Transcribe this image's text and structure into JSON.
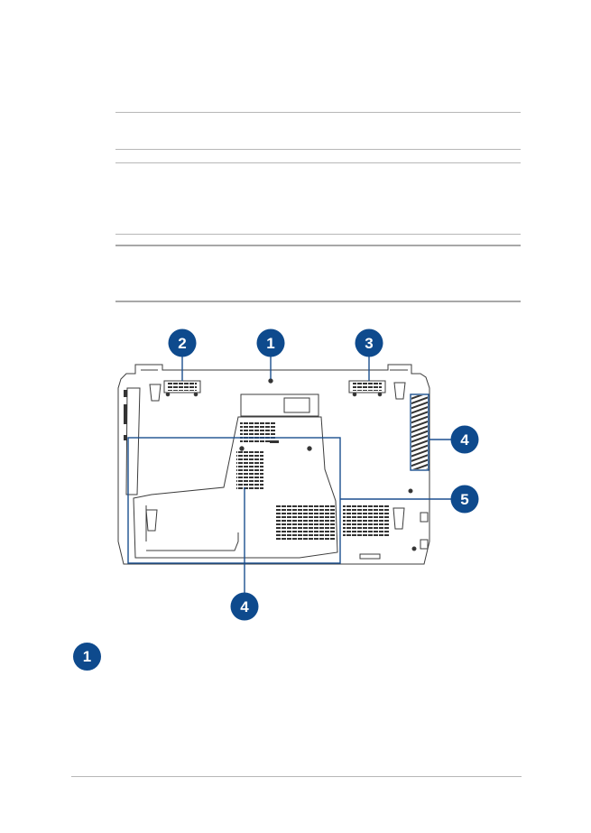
{
  "callouts": [
    {
      "id": "c1",
      "label": "1"
    },
    {
      "id": "c2",
      "label": "2"
    },
    {
      "id": "c3",
      "label": "3"
    },
    {
      "id": "c4a",
      "label": "4"
    },
    {
      "id": "c5",
      "label": "5"
    },
    {
      "id": "c4b",
      "label": "4"
    }
  ],
  "legend": [
    {
      "label": "1"
    }
  ],
  "colors": {
    "callout": "#0e4a8d",
    "rule": "#b7b7b7",
    "drawing": "#3c3c3c",
    "highlight": "#1b4f8f"
  }
}
